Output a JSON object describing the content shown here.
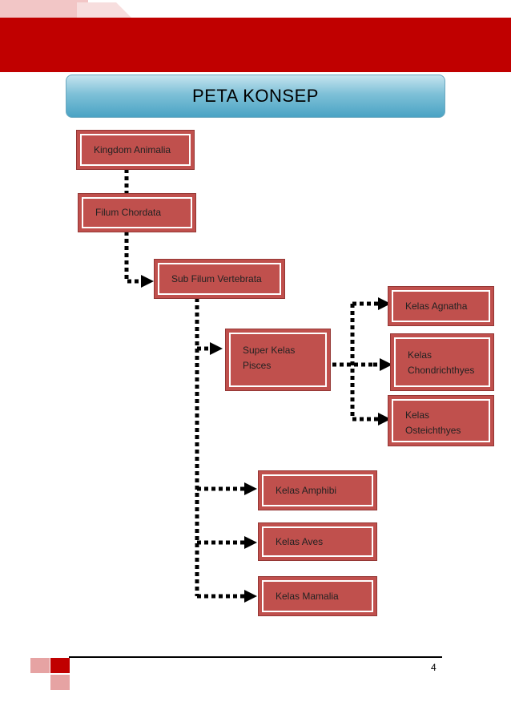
{
  "title": "PETA KONSEP",
  "nodes": {
    "kingdom": "Kingdom Animalia",
    "filum": "Filum Chordata",
    "subfilum": "Sub Filum Vertebrata",
    "superkelas": "Super Kelas\nPisces",
    "agnatha": "Kelas Agnatha",
    "chondrichthyes": "Kelas\nChondrichthyes",
    "osteichthyes": "Kelas\nOsteichthyes",
    "amphibi": "Kelas Amphibi",
    "aves": "Kelas Aves",
    "mamalia": "Kelas Mamalia"
  },
  "page_number": "4",
  "colors": {
    "header_band": "#c00000",
    "node_fill": "#c0504d",
    "title_bar": "#4aa3c4",
    "accent_light": "#e6a3a3"
  }
}
